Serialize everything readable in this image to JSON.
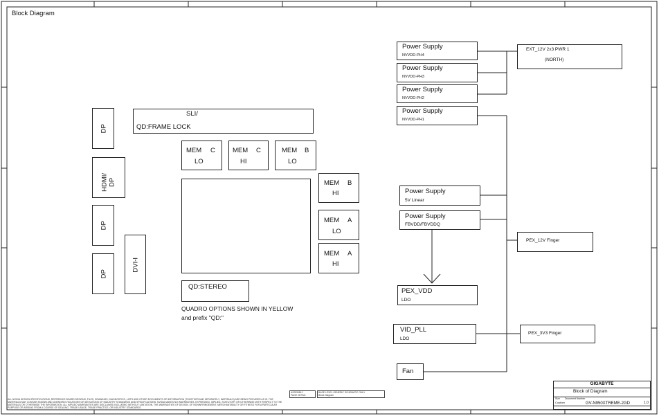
{
  "sheet": {
    "title": "Block Diagram"
  },
  "left": {
    "ports": [
      "DP",
      "HDMI/\nDP",
      "DP",
      "DP",
      "DVI-I"
    ],
    "sli": {
      "line1": "SLI/",
      "line2": "QD:FRAME LOCK"
    },
    "mem": [
      {
        "a": "MEM",
        "b": "C",
        "c": "LO"
      },
      {
        "a": "MEM",
        "b": "C",
        "c": "HI"
      },
      {
        "a": "MEM",
        "b": "B",
        "c": "LO"
      },
      {
        "a": "MEM",
        "b": "B",
        "c": "HI"
      },
      {
        "a": "MEM",
        "b": "A",
        "c": "LO"
      },
      {
        "a": "MEM",
        "b": "A",
        "c": "HI"
      }
    ],
    "stereo": "QD:STEREO",
    "note1": "QUADRO OPTIONS SHOWN IN YELLOW",
    "note2": "and prefix \"QD:\""
  },
  "power": {
    "supplies": [
      {
        "title": "Power Supply",
        "sub": "NVVDD-PH4"
      },
      {
        "title": "Power Supply",
        "sub": "NVVDD-PH3"
      },
      {
        "title": "Power Supply",
        "sub": "NVVDD-PH2"
      },
      {
        "title": "Power Supply",
        "sub": "NVVDD-PH1"
      },
      {
        "title": "Power Supply",
        "sub": "5V Linear"
      },
      {
        "title": "Power Supply",
        "sub": "FBVDD/FBVDDQ"
      }
    ],
    "ext": {
      "line1": "EXT_12V 2x3 PWR 1",
      "line2": "(NORTH)"
    },
    "pex12": "PEX_12V Finger",
    "pexvdd": {
      "title": "PEX_VDD",
      "sub": "LDO"
    },
    "vidpll": {
      "title": "VID_PLL",
      "sub": "LDO"
    },
    "pex3v3": "PEX_3V3 Finger",
    "fan": "Fan"
  },
  "titleblock": {
    "company": "GIGABYTE",
    "title": "Block of Diagram",
    "size_label": "Size",
    "docnum_label": "Document Number",
    "size": "Custom",
    "docnum": "GV-N950XTREME-2GD",
    "rev": "1.0"
  },
  "legal": {
    "text": "ALL NVIDIA DESIGN SPECIFICATIONS, REFERENCE BOARD DESIGNS, FILES, DRAWINGS, DIAGNOSTICS, LISTS AND OTHER DOCUMENTS OR INFORMATION (TOGETHER AND SEPARATELY, MATERIALS) ARE BEING PROVIDED AS IS. THE MATERIALS MAY CONTAIN KNOWN AND UNKNOWN VIOLATIONS OR DEVIATIONS OF INDUSTRY STANDARDS AND SPECIFICATIONS. NVIDIA MAKES NO WARRANTIES, EXPRESSED, IMPLIED, STATUTORY OR OTHERWISE WITH RESPECT TO THE MATERIALS OR OTHERWISE THE INFORMATION. ALL IMPLIED WARRANTIES ARE DISCLAIMED INCLUDING WITHOUT LIMITATION, THE WARRANTIES OF DESIGN, OF NONINFRINGEMENT, MERCHANTABILITY OR FITNESS FOR A PARTICULAR PURPOSE OR ARISING FROM A COURSE OF DEALING, TRADE USAGE, TRADE PRACTICE, OR INDUSTRY STANDARDS.",
    "assembly": "ASSEMBLY\nPAGE DETAIL",
    "base": "BASE LEVEL GENERIC SCHEMATIC ONLY\nBlock Diagram"
  }
}
